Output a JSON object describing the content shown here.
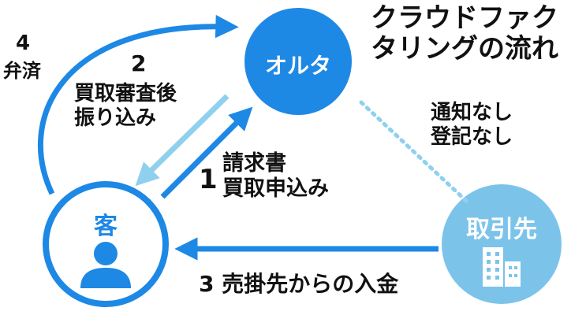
{
  "title": {
    "line1": "クラウドファク",
    "line2": "タリングの流れ"
  },
  "nodes": {
    "orta": {
      "label": "オルタ"
    },
    "customer": {
      "label": "客"
    },
    "trade_partner": {
      "label": "取引先"
    }
  },
  "steps": {
    "step1": {
      "number": "1",
      "line1": "請求書",
      "line2": "買取申込み"
    },
    "step2": {
      "number": "2",
      "line1": "買取審査後",
      "line2": "振り込み"
    },
    "step3": {
      "number": "3",
      "text": "売掛先からの入金"
    },
    "step4": {
      "number": "4",
      "text": "弁済"
    }
  },
  "note": {
    "line1": "通知なし",
    "line2": "登記なし"
  },
  "colors": {
    "primary": "#1e88e5",
    "light": "#8fd0ee",
    "node_light": "#7cc3ea",
    "outline": "#1e88e5"
  },
  "icons": {
    "customer": "person-icon",
    "trade_partner": "building-icon"
  }
}
